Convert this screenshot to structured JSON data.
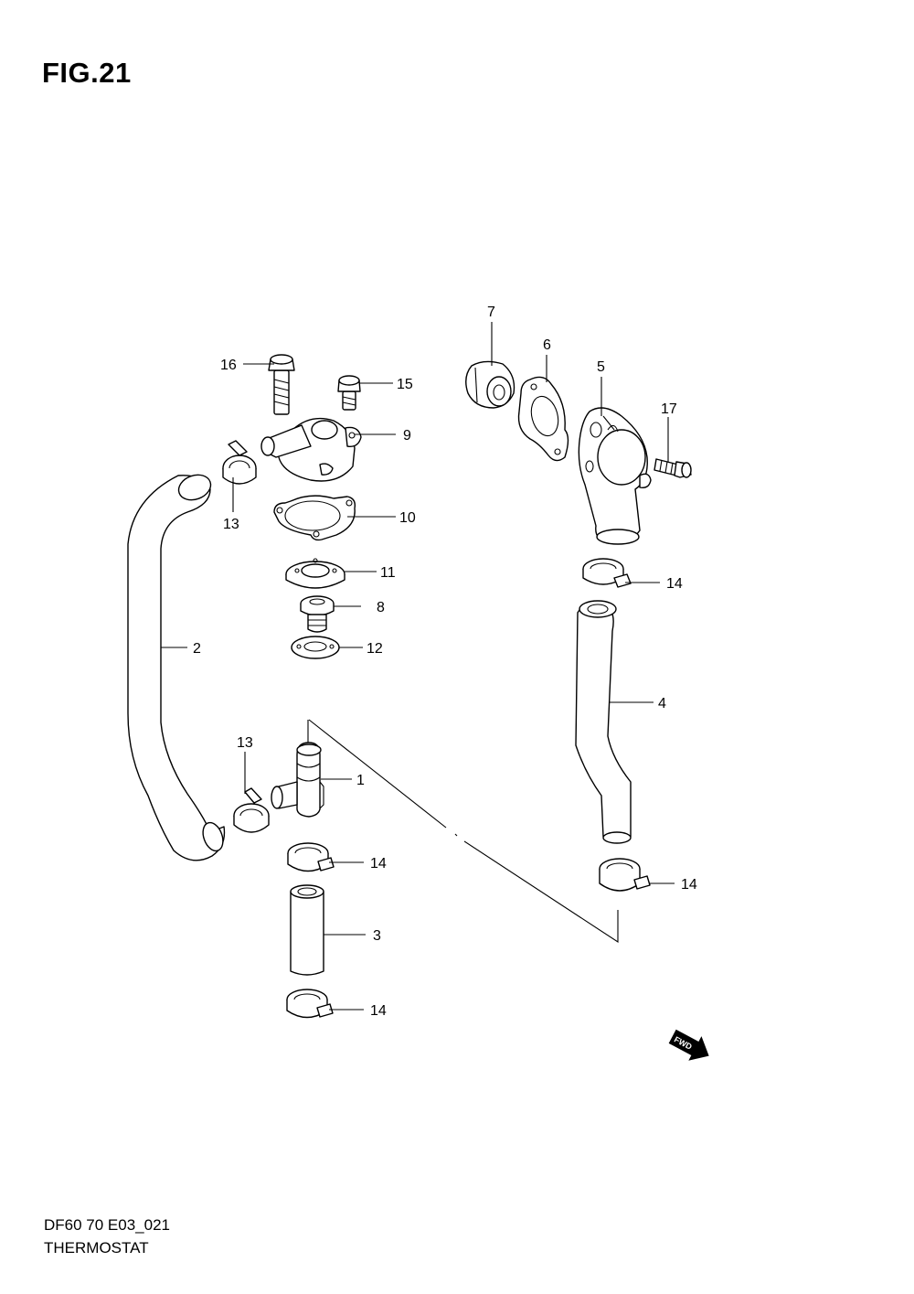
{
  "figure": {
    "title": "FIG.21"
  },
  "callouts": [
    "1",
    "2",
    "3",
    "4",
    "5",
    "6",
    "7",
    "8",
    "9",
    "10",
    "11",
    "12",
    "13",
    "13",
    "14",
    "14",
    "14",
    "14",
    "15",
    "16",
    "17"
  ],
  "fwd_label": "FWD",
  "footer": {
    "code": "DF60 70 E03_021",
    "name": "THERMOSTAT"
  },
  "icons": [
    "fwd-arrow-icon"
  ]
}
